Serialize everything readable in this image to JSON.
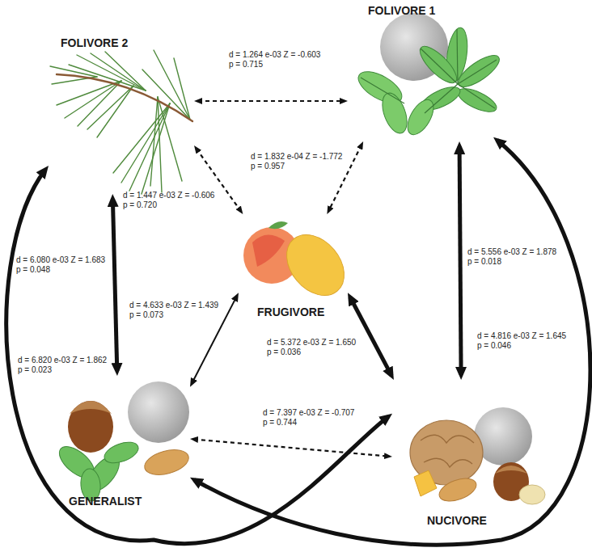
{
  "diagram": {
    "nodes": [
      {
        "text": [
          "FOLIVORE 2"
        ]
      },
      {
        "text": [
          "FOLIVORE 1"
        ]
      },
      {
        "text": [
          "FRUGIVORE"
        ]
      },
      {
        "text": [
          "GENERALIST"
        ]
      },
      {
        "text": [
          "NUCIVORE"
        ]
      }
    ],
    "edges": [
      {
        "from": 0,
        "to": 1,
        "arrow": "both",
        "label": "d = 1.264 e-03 Z = -0.603 p = 0.715"
      },
      {
        "from": 1,
        "to": 2,
        "arrow": "both",
        "label": "d = 1.832 e-04 Z = -1.772 p = 0.957"
      },
      {
        "from": 0,
        "to": 2,
        "arrow": "both",
        "label": "d = 1.447 e-03 Z = -0.606 p = 0.720"
      },
      {
        "from": 0,
        "to": 3,
        "arrow": "both",
        "label": "d = 6.080 e-03 Z = 1.683 p = 0.048"
      },
      {
        "from": 1,
        "to": 4,
        "arrow": "both",
        "label": "d = 5.556 e-03 Z = 1.878 p = 0.018"
      },
      {
        "from": 3,
        "to": 2,
        "arrow": "both",
        "label": "d = 4.633 e-03 Z = 1.439 p = 0.073"
      },
      {
        "from": 2,
        "to": 4,
        "arrow": "both",
        "label": "d = 5.372 e-03 Z = 1.650 p = 0.036"
      },
      {
        "from": 3,
        "to": 4,
        "arrow": "both",
        "label": "d = 7.397 e-03 Z = -0.707 p = 0.744"
      },
      {
        "from": 0,
        "to": 4,
        "arrow": "both",
        "label": "d = 6.820 e-03 Z = 1.862 p = 0.023"
      },
      {
        "from": 3,
        "to": 1,
        "arrow": "both",
        "label": "d = 4.816 e-03 Z = 1.645 p = 0.046"
      }
    ]
  }
}
